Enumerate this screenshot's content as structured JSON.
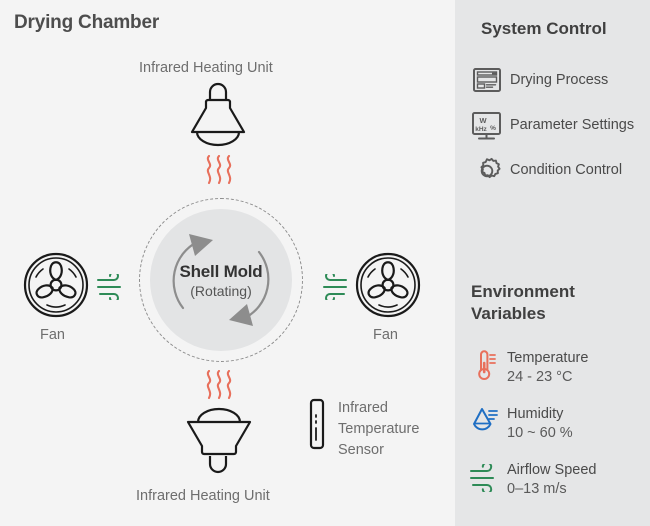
{
  "chamber": {
    "title": "Drying Chamber",
    "heater_top_label": "Infrared Heating Unit",
    "heater_bottom_label": "Infrared Heating Unit",
    "mold_name": "Shell Mold",
    "mold_state": "(Rotating)",
    "fan_left_label": "Fan",
    "fan_right_label": "Fan",
    "sensor_label": "Infrared Temperature Sensor",
    "icons": {
      "heater": "infrared-heating-unit-icon",
      "heat_wave": "heat-wave-icon",
      "fan": "fan-icon",
      "airflow": "airflow-icon",
      "sensor": "infrared-temperature-sensor-icon",
      "rotation": "rotation-arrows-icon"
    },
    "colors": {
      "background": "#f4f4f4",
      "heat_wave": "#e8705c",
      "airflow": "#2e8b57",
      "mold_disc": "#e3e4e5",
      "outline": "#1a1a1a",
      "label": "#6e6e6e"
    }
  },
  "system_control": {
    "heading": "System Control",
    "items": [
      {
        "label": "Drying Process",
        "icon": "monitor-dashboard-icon"
      },
      {
        "label": "Parameter Settings",
        "icon": "monitor-parameters-icon",
        "screen_text": [
          "W",
          "kHz",
          "%"
        ]
      },
      {
        "label": "Condition Control",
        "icon": "gear-icon"
      }
    ]
  },
  "environment_variables": {
    "heading": "Environment Variables",
    "items": [
      {
        "name": "Temperature",
        "value": "24 - 23 °C",
        "icon": "thermometer-icon",
        "color": "#e8705c"
      },
      {
        "name": "Humidity",
        "value": "10 ~ 60 %",
        "icon": "humidity-droplet-icon",
        "color": "#1f6fc4"
      },
      {
        "name": "Airflow Speed",
        "value": "0–13 m/s",
        "icon": "airflow-icon",
        "color": "#2e8b57"
      }
    ]
  },
  "panel": {
    "background": "#e5e6e7"
  }
}
